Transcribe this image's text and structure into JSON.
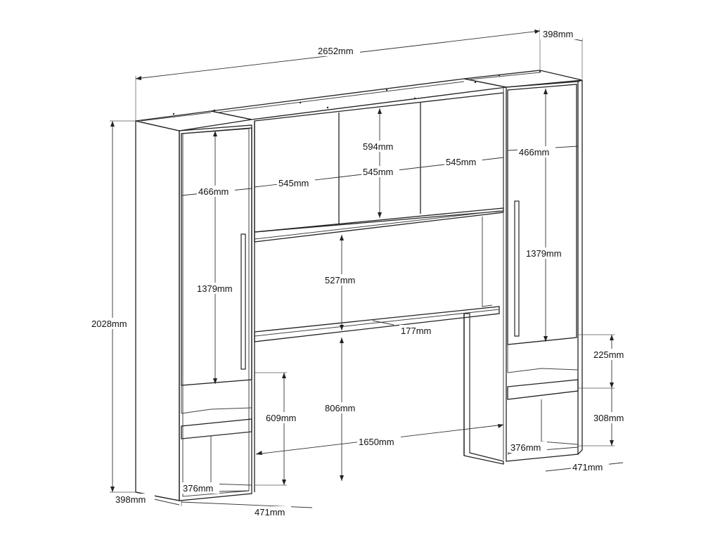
{
  "dimensions": {
    "total_width": "2652mm",
    "depth_top": "398mm",
    "depth_bottom_left": "398mm",
    "height": "2028mm",
    "left_column_width": "466mm",
    "right_column_width": "466mm",
    "left_door_height": "1379mm",
    "right_door_height": "1379mm",
    "cabinet_door_1": "545mm",
    "cabinet_door_2": "545mm",
    "cabinet_door_3": "545mm",
    "cabinet_height": "594mm",
    "bridge_gap": "527mm",
    "shelf_depth": "177mm",
    "floor_to_shelf": "806mm",
    "left_lower_opening": "609mm",
    "inner_span": "1650mm",
    "right_drawer": "225mm",
    "right_lower_opening": "308mm",
    "left_base_inner": "376mm",
    "left_base_outer": "471mm",
    "right_base_inner": "376mm",
    "right_base_outer": "471mm"
  }
}
